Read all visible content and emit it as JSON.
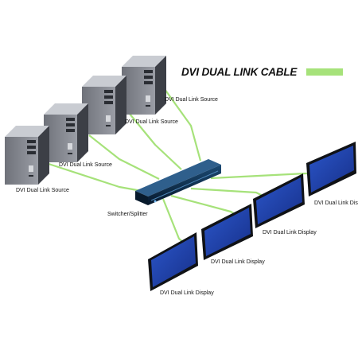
{
  "legend": {
    "title": "DVI DUAL LINK CABLE",
    "swatch_color": "#a6e27a"
  },
  "colors": {
    "cable": "#a6e27a",
    "screen": "#1d3fa8",
    "tower_side": "#8c8f97",
    "switcher": "#0b2a47"
  },
  "nodes": {
    "sources": [
      {
        "label": "DVI Dual Link Source",
        "icon": "computer-tower-icon"
      },
      {
        "label": "DVI Dual Link Source",
        "icon": "computer-tower-icon"
      },
      {
        "label": "DVI Dual Link Source",
        "icon": "computer-tower-icon"
      },
      {
        "label": "DVI Dual Link Source",
        "icon": "computer-tower-icon"
      }
    ],
    "switcher": {
      "label": "Switcher/Splitter",
      "icon": "switcher-splitter-icon"
    },
    "displays": [
      {
        "label": "DVI Dual Link Display",
        "icon": "monitor-icon"
      },
      {
        "label": "DVI Dual Link Display",
        "icon": "monitor-icon"
      },
      {
        "label": "DVI Dual Link Display",
        "icon": "monitor-icon"
      },
      {
        "label": "DVI Dual Link Display",
        "icon": "monitor-icon"
      }
    ]
  }
}
